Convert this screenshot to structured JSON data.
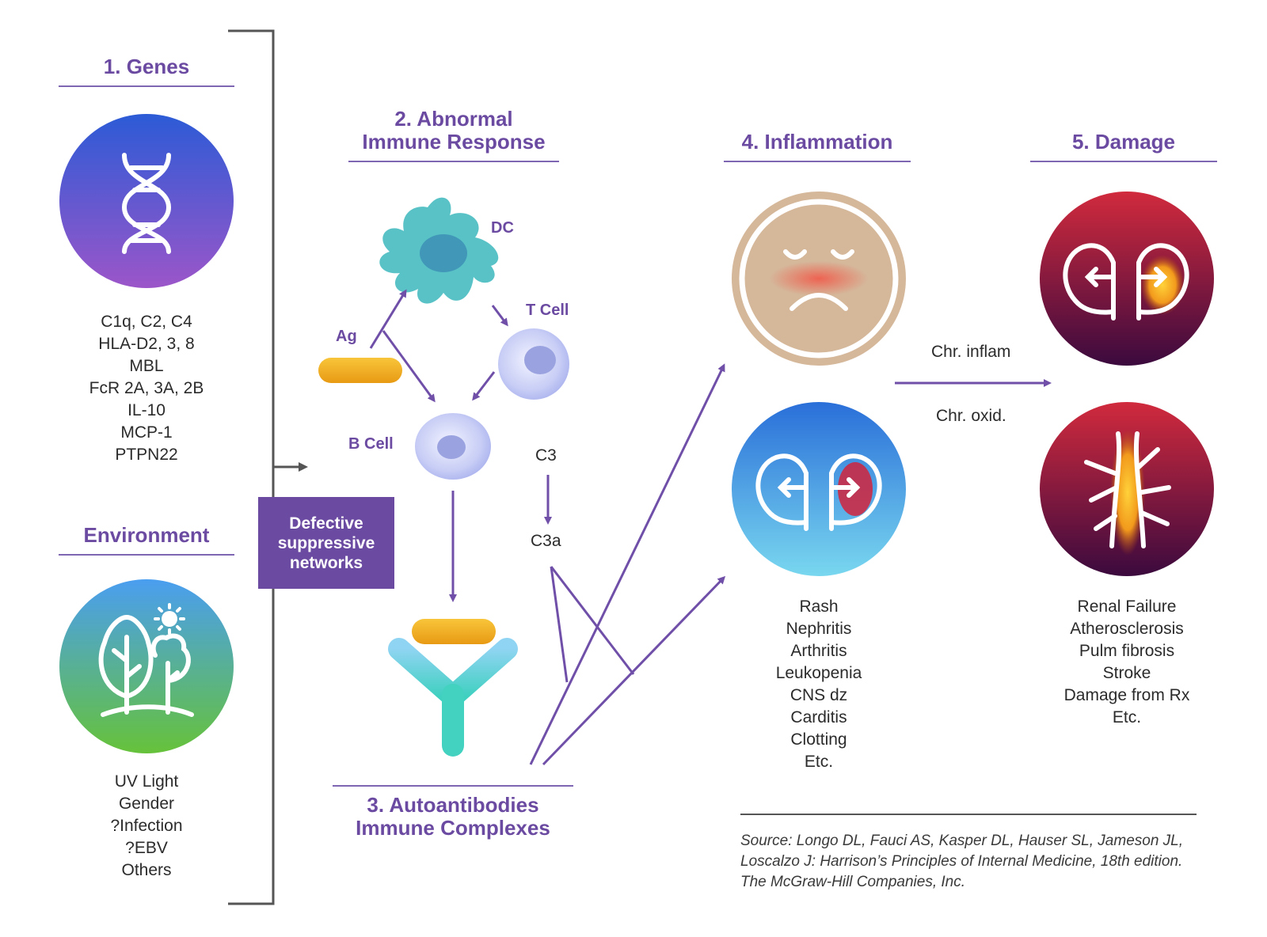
{
  "headings": {
    "genes": "1. Genes",
    "immune_line1": "2. Abnormal",
    "immune_line2": "Immune Response",
    "autoantibodies_line1": "3. Autoantibodies",
    "autoantibodies_line2": "Immune Complexes",
    "inflammation": "4. Inflammation",
    "damage": "5. Damage",
    "environment": "Environment"
  },
  "genes_list": [
    "C1q, C2, C4",
    "HLA-D2, 3, 8",
    "MBL",
    "FcR 2A, 3A, 2B",
    "IL-10",
    "MCP-1",
    "PTPN22"
  ],
  "environment_list": [
    "UV Light",
    "Gender",
    "?Infection",
    "?EBV",
    "Others"
  ],
  "defective_box": [
    "Defective",
    "suppressive",
    "networks"
  ],
  "cells": {
    "dc": "DC",
    "t_cell": "T Cell",
    "b_cell": "B Cell",
    "ag": "Ag",
    "c3": "C3",
    "c3a": "C3a"
  },
  "inflammation_list": [
    "Rash",
    "Nephritis",
    "Arthritis",
    "Leukopenia",
    "CNS dz",
    "Carditis",
    "Clotting",
    "Etc."
  ],
  "damage_list": [
    "Renal Failure",
    "Atherosclerosis",
    "Pulm fibrosis",
    "Stroke",
    "Damage from Rx",
    "Etc."
  ],
  "arrow_labels": {
    "chr_inflam": "Chr. inflam",
    "chr_oxid": "Chr. oxid."
  },
  "source": [
    "Source: Longo DL, Fauci AS, Kasper DL, Hauser SL, Jameson JL,",
    "Loscalzo J: Harrison’s Principles of Internal Medicine, 18th edition.",
    "The McGraw-Hill Companies, Inc."
  ],
  "colors": {
    "accent_purple": "#6b4aa1",
    "arrow_purple": "#6f4fa8",
    "bracket_gray": "#555555"
  },
  "icons": [
    "dna-icon",
    "trees-sun-icon",
    "dendritic-cell-icon",
    "t-cell-icon",
    "b-cell-icon",
    "antigen-icon",
    "antibody-icon",
    "sad-face-icon",
    "inflamed-kidney-icon",
    "damaged-kidney-icon",
    "damaged-artery-icon"
  ]
}
